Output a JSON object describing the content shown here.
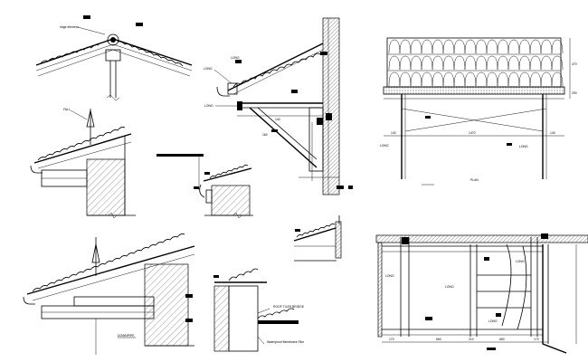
{
  "details": {
    "ridge": {
      "label": "ridge element"
    },
    "eaves_left": {
      "label": "FALL"
    },
    "eaves_right": {
      "labels": [
        "LONG",
        "LONG",
        "LONG"
      ],
      "values": [
        "140",
        "160"
      ]
    },
    "small_eave": {
      "label": ""
    },
    "long_eave": {
      "label": "DOWNPIPE"
    },
    "section": {
      "labels": [
        "ROOF TILES BRIDGE",
        "Waterproof Membrane Film"
      ]
    },
    "front_view": {
      "dims": [
        "1470",
        "140",
        "140"
      ],
      "side_dims": [
        "470",
        "290"
      ],
      "labels": [
        "LONG",
        "LONG"
      ],
      "title": "PLAN"
    },
    "frame_plan": {
      "labels": [
        "LONG",
        "LONG",
        "LONG",
        "LONG"
      ],
      "dims": [
        "170",
        "660",
        "210",
        "660",
        "170"
      ]
    }
  }
}
